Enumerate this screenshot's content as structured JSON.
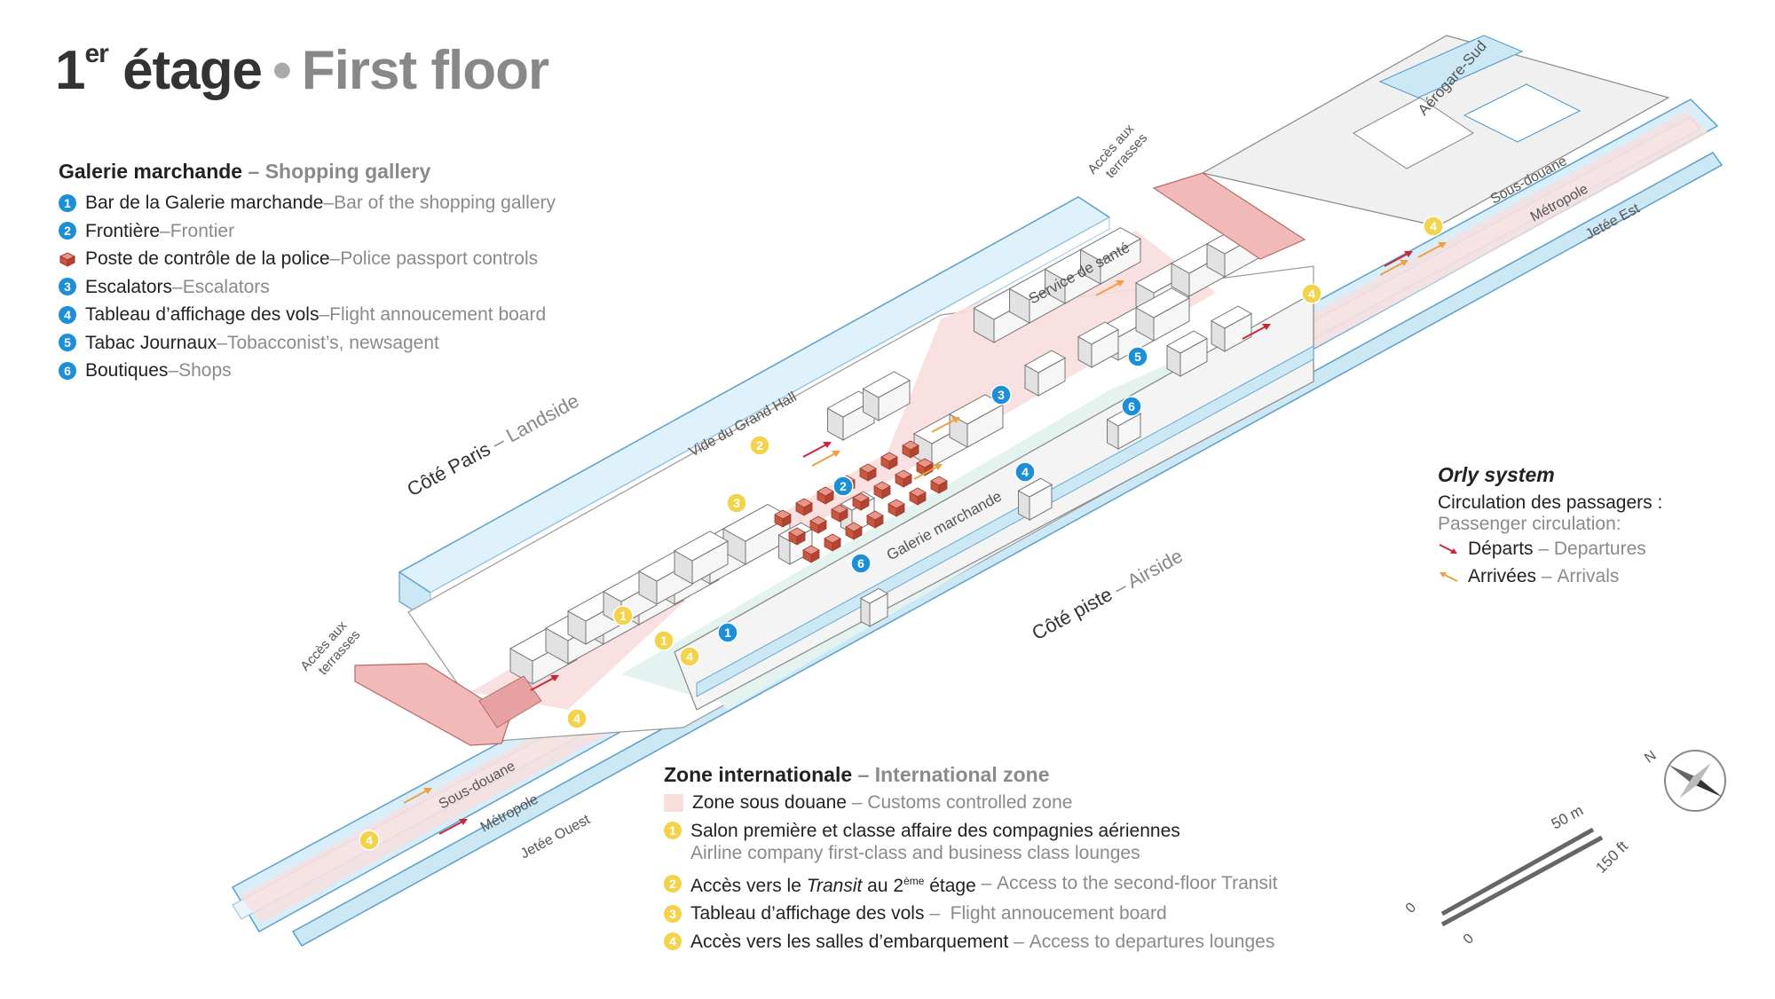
{
  "title": {
    "fr_main": "1",
    "fr_sup": "er",
    "fr_rest": "étage",
    "separator": "•",
    "en": "First floor"
  },
  "shopping_legend": {
    "header_fr": "Galerie marchande",
    "header_sep": " – ",
    "header_en": "Shopping gallery",
    "items": [
      {
        "badge": "1",
        "fr": "Bar de la Galerie marchande",
        "en": "Bar of the shopping gallery"
      },
      {
        "badge": "2",
        "fr": "Frontière",
        "en": "Frontier"
      },
      {
        "badge": "",
        "fr": "Poste de contrôle de la police",
        "en": "Police passport controls"
      },
      {
        "badge": "3",
        "fr": "Escalators",
        "en": "Escalators"
      },
      {
        "badge": "4",
        "fr": "Tableau d’affichage des vols",
        "en": "Flight annoucement board"
      },
      {
        "badge": "5",
        "fr": "Tabac Journaux",
        "en": "Tobacconist’s, newsagent"
      },
      {
        "badge": "6",
        "fr": "Boutiques",
        "en": "Shops"
      }
    ],
    "sep": " – "
  },
  "international_legend": {
    "header_fr": "Zone internationale",
    "header_en": "International zone",
    "zone_fr": "Zone sous douane",
    "zone_en": "Customs controlled zone",
    "item1_fr": "Salon première et classe affaire des compagnies aériennes",
    "item1_en": "Airline company first-class and business class lounges",
    "item2_fr_a": "Accès vers le ",
    "item2_fr_italic": "Transit",
    "item2_fr_b": " au 2",
    "item2_fr_sup": "ème",
    "item2_fr_c": " étage",
    "item2_en": "Access to the second-floor Transit",
    "item3_fr": "Tableau d’affichage des vols",
    "item3_en": "Flight annoucement board",
    "item4_fr": "Accès vers les salles d’embarquement",
    "item4_en": "Access to departures lounges",
    "badges": [
      "1",
      "2",
      "3",
      "4"
    ]
  },
  "orly": {
    "header": "Orly system",
    "line1": "Circulation des passagers :",
    "line2": "Passenger circulation:",
    "departures_fr": "Départs",
    "departures_en": "Departures",
    "arrivals_fr": "Arrivées",
    "arrivals_en": "Arrivals"
  },
  "map_labels": {
    "cote_paris": "Côté Paris",
    "landside": "Landside",
    "cote_piste": "Côté piste",
    "airside": "Airside",
    "acces_terrasses_line1": "Accès aux",
    "acces_terrasses_line2": "terrasses",
    "vide_grand_hall": "Vide du Grand Hall",
    "galerie_marchande": "Galerie marchande",
    "service_sante": "Service de santé",
    "aerogare_sud": "Aérogare-Sud",
    "sous_douane": "Sous-douane",
    "metropole": "Métropole",
    "jetee_est": "Jetée Est",
    "jetee_ouest": "Jetée Ouest",
    "marker_blue": [
      "1",
      "2",
      "3",
      "4",
      "5",
      "6"
    ],
    "marker_yellow": [
      "1",
      "2",
      "3",
      "4"
    ]
  },
  "scale": {
    "m": "50 m",
    "ft": "150 ft",
    "zero": "0"
  },
  "compass": "N",
  "colors": {
    "blue_badge": "#1c8fd6",
    "yellow_badge": "#f2d34b",
    "customs_zone": "#f9dede",
    "shopping_floor": "#e4f3ef",
    "glass": "#bfe3f5",
    "police": "#d06a55",
    "departures": "#c8283c",
    "arrivals": "#f0a040"
  }
}
